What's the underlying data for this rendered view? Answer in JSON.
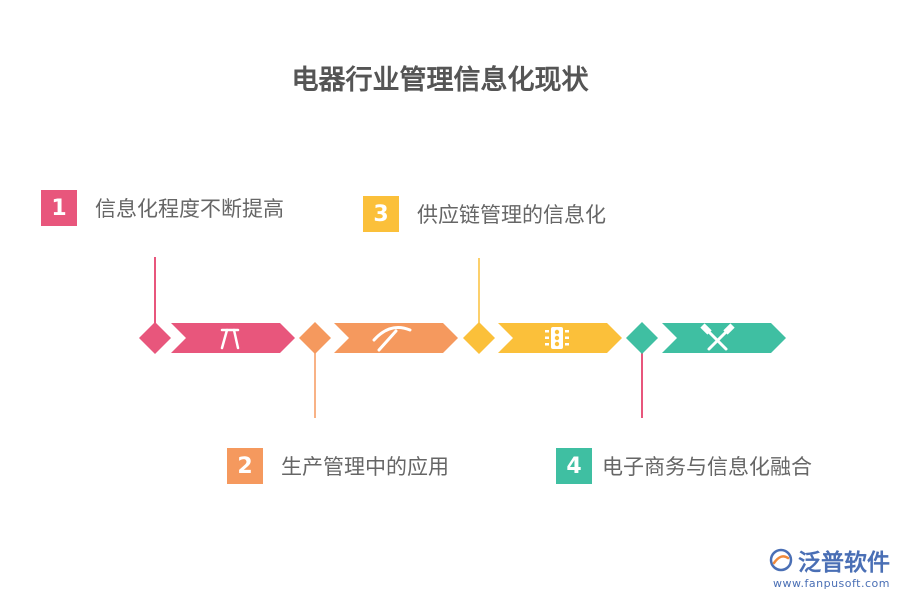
{
  "title": "电器行业管理信息化现状",
  "colors": {
    "step1": "#e8567c",
    "step2": "#f5995e",
    "step3": "#fbc03a",
    "step4": "#3fbfa2",
    "title": "#555555",
    "label": "#666666"
  },
  "items": [
    {
      "number": "1",
      "label": "信息化程度不断提高",
      "icon": "drafting-compass-icon"
    },
    {
      "number": "2",
      "label": "生产管理中的应用",
      "icon": "pickaxe-icon"
    },
    {
      "number": "3",
      "label": "供应链管理的信息化",
      "icon": "traffic-light-icon"
    },
    {
      "number": "4",
      "label": "电子商务与信息化融合",
      "icon": "crossed-hammers-icon"
    }
  ],
  "brand": {
    "name": "泛普软件",
    "url": "www.fanpusoft.com"
  }
}
